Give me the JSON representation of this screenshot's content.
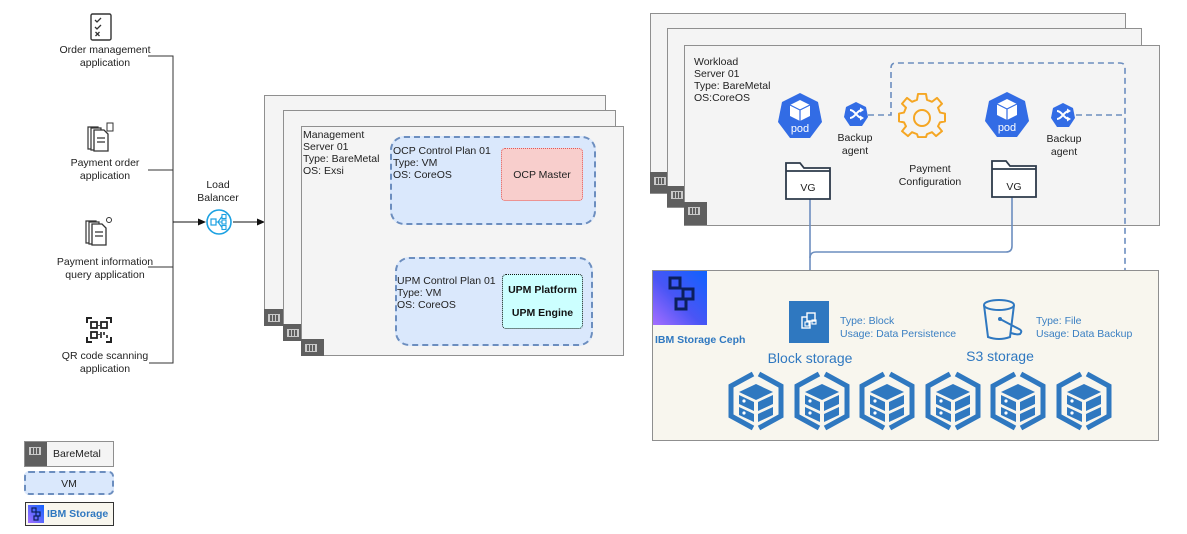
{
  "clients": [
    {
      "label": "Order management\napplication",
      "icon": "checklist-icon"
    },
    {
      "label": "Payment order\napplication",
      "icon": "documents-icon"
    },
    {
      "label": "Payment information\nquery application",
      "icon": "documents-search-icon"
    },
    {
      "label": "QR code scanning\napplication",
      "icon": "qr-scan-icon"
    }
  ],
  "load_balancer": {
    "label": "Load\nBalancer",
    "icon": "load-balancer-icon"
  },
  "management_server": {
    "title": "Management\nServer 01\nType: BareMetal\nOS: Exsi",
    "ocp_vm": {
      "title": "OCP Control Plan 01\nType: VM\nOS: CoreOS",
      "component": "OCP Master"
    },
    "upm_vm": {
      "title": "UPM Control Plan 01\nType: VM\nOS: CoreOS",
      "components": [
        "UPM Platform",
        "UPM Engine"
      ]
    }
  },
  "workload_server": {
    "title": "Workload\nServer 01\nType: BareMetal\nOS:CoreOS",
    "pods": [
      {
        "pod_label": "pod",
        "agent_label": "Backup\nagent",
        "vg_label": "VG"
      },
      {
        "pod_label": "pod",
        "agent_label": "Backup\nagent",
        "vg_label": "VG"
      }
    ],
    "config_label": "Payment\nConfiguration"
  },
  "storage": {
    "title": "IBM Storage Ceph",
    "block": {
      "name": "Block storage",
      "type_line": "Type:  Block",
      "usage_line": "Usage:  Data Persistence"
    },
    "s3": {
      "name": "S3 storage",
      "type_line": "Type:  File",
      "usage_line": "Usage:  Data Backup"
    },
    "node_count": 6
  },
  "legend": [
    {
      "label": "BareMetal",
      "kind": "baremetal"
    },
    {
      "label": "VM",
      "kind": "vm"
    },
    {
      "label": "IBM Storage",
      "kind": "ibm-storage"
    }
  ],
  "colors": {
    "accent_blue": "#326ce5",
    "storage_blue": "#2f78c0",
    "vm_fill": "#dae8fc",
    "vm_border": "#6c8ebf",
    "ocp_master_fill": "#f8cecc",
    "upm_fill": "#ccffff",
    "gear": "#f5a623",
    "storage_bg": "#f8f6ee"
  }
}
